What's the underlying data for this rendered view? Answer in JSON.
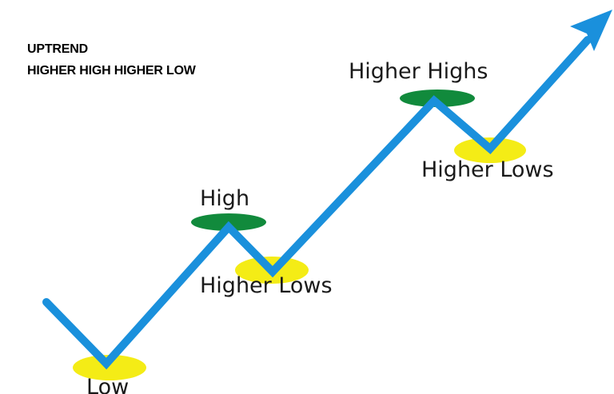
{
  "heading": {
    "line1": "UPTREND",
    "line2": "HIGHER HIGH HIGHER LOW"
  },
  "labels": {
    "low": "Low",
    "high": "High",
    "higher_lows_1": "Higher Lows",
    "higher_highs": "Higher Highs",
    "higher_lows_2": "Higher Lows"
  },
  "colors": {
    "trend_line": "#1a90dc",
    "high_marker": "#118a3c",
    "low_marker": "#f4ec16",
    "text": "#1a1a1a"
  },
  "icons": {
    "arrow_head": "arrow-head-icon"
  }
}
